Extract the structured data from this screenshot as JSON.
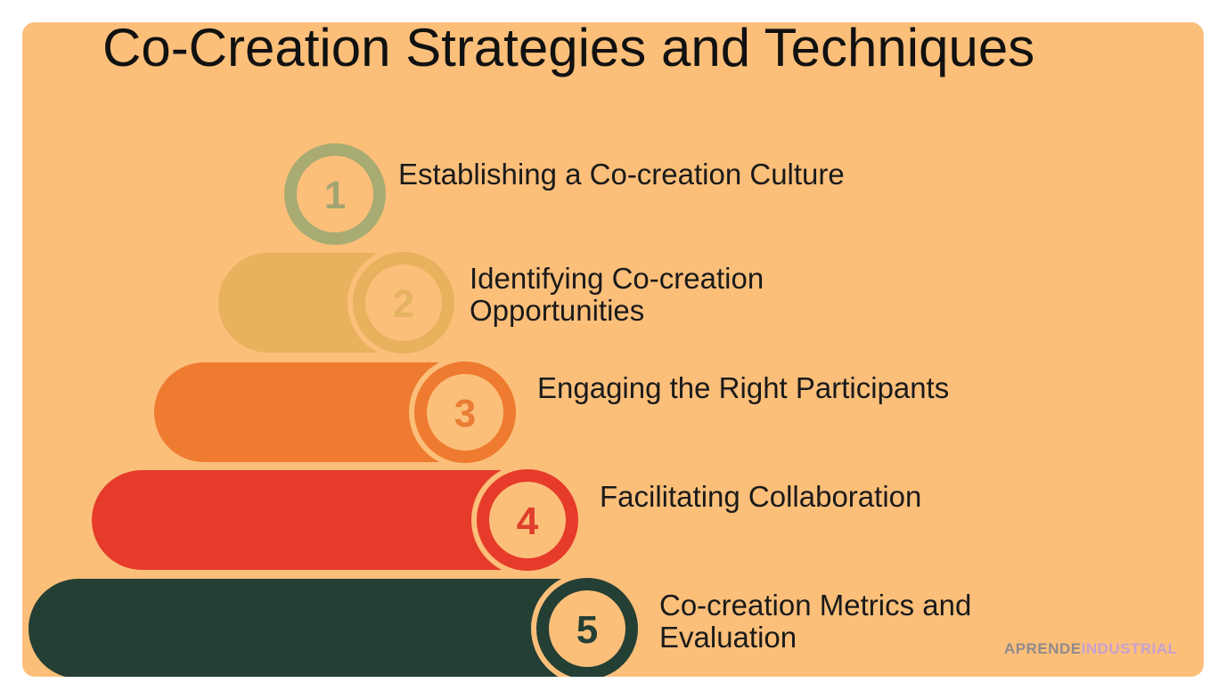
{
  "title": "Co-Creation Strategies and Techniques",
  "steps": [
    {
      "number": "1",
      "label": "Establishing a Co-creation Culture",
      "color": "#a8ab72",
      "text_color": "#a3a571"
    },
    {
      "number": "2",
      "label": "Identifying Co-creation\nOpportunities",
      "color": "#e8b15d",
      "text_color": "#e4b261"
    },
    {
      "number": "3",
      "label": "Engaging the Right Participants",
      "color": "#ee7b30",
      "text_color": "#ea7c33"
    },
    {
      "number": "4",
      "label": "Facilitating Collaboration",
      "color": "#e63b2a",
      "text_color": "#e13f2d"
    },
    {
      "number": "5",
      "label": "Co-creation Metrics and\nEvaluation",
      "color": "#243f34",
      "text_color": "#243f34"
    }
  ],
  "watermark": {
    "part1": "APRENDE",
    "part2": "INDUSTRIAL"
  },
  "background_color": "#fbbf7a"
}
